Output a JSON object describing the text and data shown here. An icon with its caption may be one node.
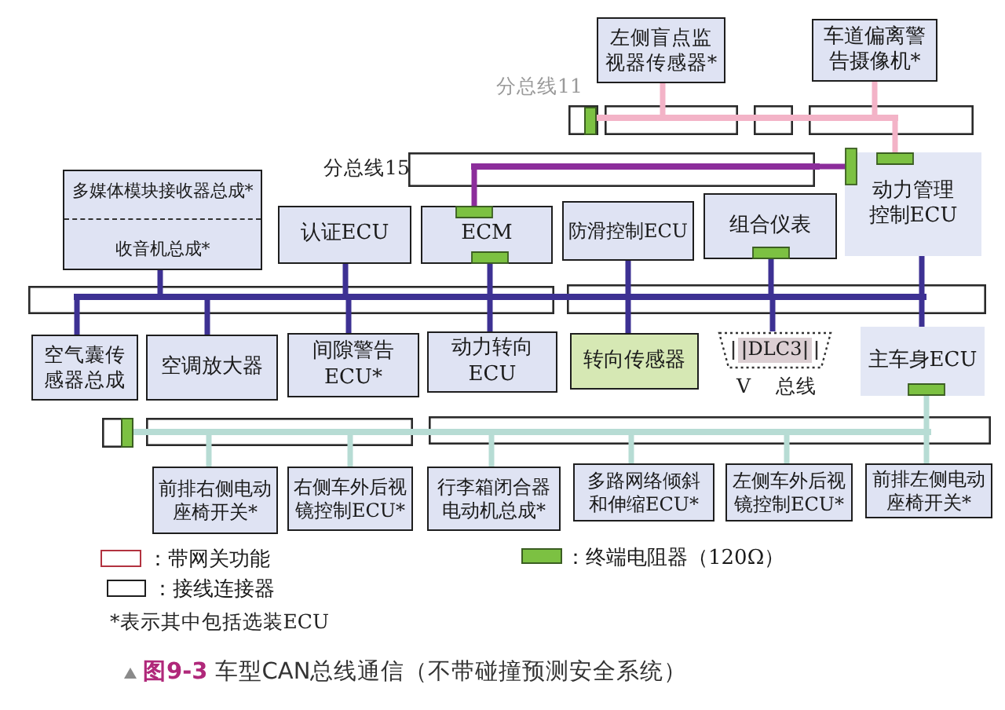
{
  "diagram": {
    "caption": "**图9-3** 车型CAN总线通信（不带碰撞预测安全系统）",
    "nodes": [
      {
        "text": [
          "左侧盲点监视器传感器*"
        ]
      },
      {
        "text": [
          "车道偏离警告摄像机*"
        ]
      },
      {
        "text": [],
        "shape": "bar",
        "beside": [
          "分总线11"
        ]
      },
      {
        "text": [],
        "shape": "bar",
        "beside": [
          "分总线15"
        ]
      },
      {
        "text": [
          "多媒体模块接收器总成*",
          "收音机总成*"
        ]
      },
      {
        "text": [
          "认证ECU"
        ]
      },
      {
        "text": [
          "ECM"
        ]
      },
      {
        "text": [
          "防滑控制ECU"
        ]
      },
      {
        "text": [
          "组合仪表"
        ]
      },
      {
        "text": [
          "动力管理控制ECU"
        ]
      },
      {
        "text": [],
        "shape": "bar"
      },
      {
        "text": [
          "空气囊传感器总成"
        ]
      },
      {
        "text": [
          "空调放大器"
        ]
      },
      {
        "text": [
          "间隙警告ECU*"
        ]
      },
      {
        "text": [
          "动力转向ECU"
        ]
      },
      {
        "text": [
          "转向传感器"
        ]
      },
      {
        "text": [
          "DLC3"
        ]
      },
      {
        "text": [
          "主车身ECU"
        ]
      },
      {
        "text": [],
        "shape": "bar"
      },
      {
        "text": [
          "前排右侧电动座椅开关*"
        ]
      },
      {
        "text": [
          "右侧车外后视镜控制ECU*"
        ]
      },
      {
        "text": [
          "行李箱闭合器电动机总成*"
        ]
      },
      {
        "text": [
          "多路网络倾斜和伸缩ECU*"
        ]
      },
      {
        "text": [
          "左侧车外后视镜控制ECU*"
        ]
      },
      {
        "text": [
          "前排左侧电动座椅开关*"
        ]
      }
    ],
    "edges": [
      {
        "from": 0,
        "to": 2,
        "arrow": "none",
        "color": "#f3b3c7"
      },
      {
        "from": 1,
        "to": 2,
        "arrow": "none",
        "color": "#f3b3c7"
      },
      {
        "from": 2,
        "to": 9,
        "arrow": "other",
        "color": "#f3b3c7"
      },
      {
        "from": 3,
        "to": 6,
        "arrow": "other",
        "color": "#8c2d9b"
      },
      {
        "from": 3,
        "to": 9,
        "arrow": "other",
        "color": "#8c2d9b"
      },
      {
        "from": 4,
        "to": 10,
        "arrow": "none"
      },
      {
        "from": 5,
        "to": 10,
        "arrow": "none"
      },
      {
        "from": 10,
        "to": 6,
        "arrow": "other"
      },
      {
        "from": 7,
        "to": 10,
        "arrow": "none"
      },
      {
        "from": 10,
        "to": 8,
        "arrow": "other"
      },
      {
        "from": 9,
        "to": 10,
        "arrow": "none"
      },
      {
        "from": 10,
        "to": 11,
        "arrow": "none"
      },
      {
        "from": 10,
        "to": 12,
        "arrow": "none"
      },
      {
        "from": 10,
        "to": 13,
        "arrow": "none"
      },
      {
        "from": 10,
        "to": 14,
        "arrow": "none"
      },
      {
        "from": 10,
        "to": 15,
        "arrow": "none"
      },
      {
        "from": 10,
        "to": 16,
        "arrow": "none"
      },
      {
        "from": 10,
        "to": 17,
        "arrow": "none"
      },
      {
        "from": 18,
        "to": 17,
        "arrow": "other",
        "color": "#b7dcd4"
      },
      {
        "from": 18,
        "to": 19,
        "arrow": "none",
        "color": "#b7dcd4"
      },
      {
        "from": 18,
        "to": 20,
        "arrow": "none",
        "color": "#b7dcd4"
      },
      {
        "from": 18,
        "to": 21,
        "arrow": "none",
        "color": "#b7dcd4"
      },
      {
        "from": 18,
        "to": 22,
        "arrow": "none",
        "color": "#b7dcd4"
      },
      {
        "from": 18,
        "to": 23,
        "arrow": "none",
        "color": "#b7dcd4"
      },
      {
        "from": 18,
        "to": 24,
        "arrow": "none",
        "color": "#b7dcd4"
      }
    ],
    "labels": [
      "V 总线",
      "*表示其中包括选装ECU"
    ],
    "legend": [
      {
        "text": "：带网关功能"
      },
      {
        "text": "：接线连接器"
      },
      {
        "text": "：终端电阻器（120Ω）",
        "color": "#7cc142"
      }
    ]
  }
}
